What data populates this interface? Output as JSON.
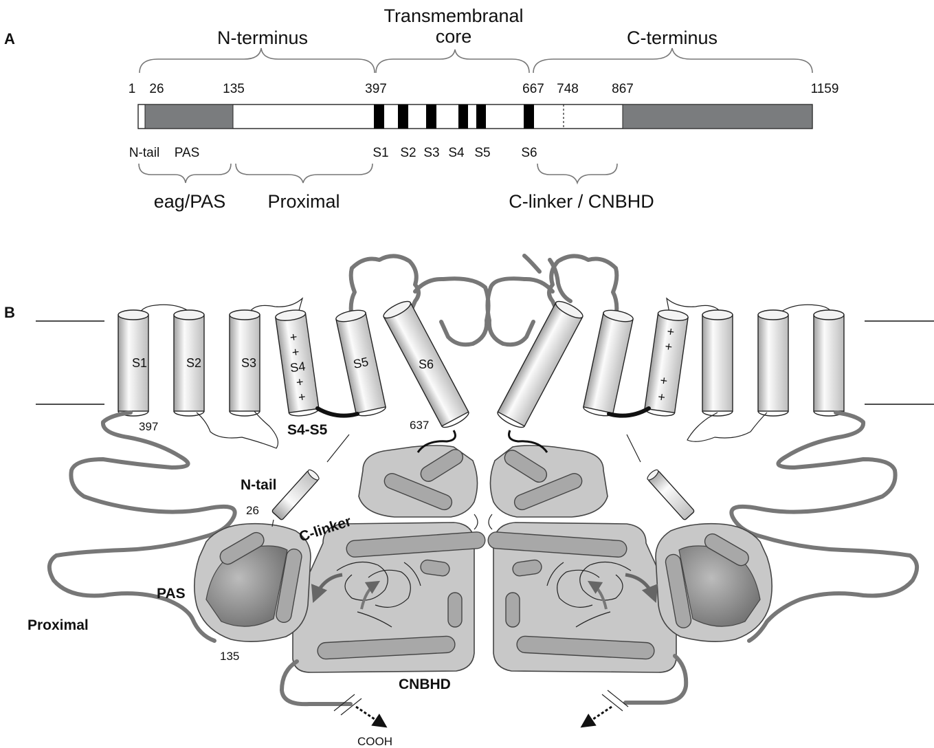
{
  "panel_a": {
    "label": "A",
    "regions": [
      "N-terminus",
      "Transmembranal",
      "core",
      "C-terminus"
    ],
    "positions": [
      "1",
      "26",
      "135",
      "397",
      "667",
      "748",
      "867",
      "1159"
    ],
    "segments": [
      "N-tail",
      "PAS",
      "S1",
      "S2",
      "S3",
      "S4",
      "S5",
      "S6"
    ],
    "domains": [
      "eag/PAS",
      "Proximal",
      "C-linker / CNBHD"
    ]
  },
  "panel_b": {
    "label": "B",
    "helices": [
      "S1",
      "S2",
      "S3",
      "S4",
      "S5",
      "S6"
    ],
    "charges": [
      "+",
      "+",
      "+",
      "+",
      "+",
      "+",
      "+",
      "+"
    ],
    "labels": {
      "s4s5": "S4-S5",
      "ntail": "N-tail",
      "clinker": "C-linker",
      "pas": "PAS",
      "proximal": "Proximal",
      "cnbhd": "CNBHD",
      "cooh": "COOH"
    },
    "numbers": {
      "n397": "397",
      "n637": "637",
      "n26": "26",
      "n135": "135"
    }
  },
  "colors": {
    "domain_fill": "#7a7c7e",
    "blob_fill": "#c8c8c8",
    "loop": "#777777",
    "segment": "#000000"
  }
}
